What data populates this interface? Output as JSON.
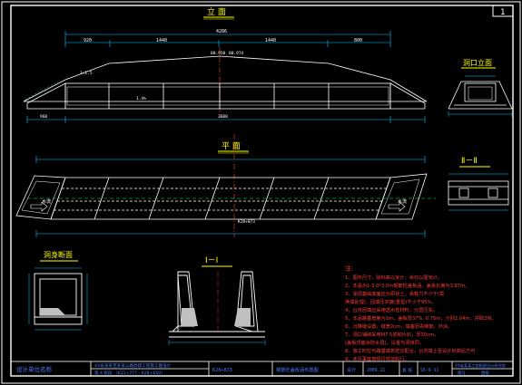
{
  "colors": {
    "background": "#000000",
    "frame": "#ffffff",
    "structure": "#ffffff",
    "dimension": "#00c8ff",
    "title": "#ffff00",
    "notes": "#ff3b3b",
    "guide": "#00ff66",
    "titleblock_text": "#4a7bff",
    "fill": "#c0c0c0"
  },
  "sheet": {
    "page_label": "1"
  },
  "views": {
    "elevation_title": "立  面",
    "end_elevation_title": "洞口立面",
    "plan_title": "平  面",
    "section_22_title": "Ⅱ－Ⅱ",
    "body_section_title": "洞身断面",
    "section_11_title": "Ⅰ－Ⅰ"
  },
  "elevation_dims": {
    "overall": "4286",
    "spans": [
      "920",
      "1440",
      "1440",
      "800"
    ],
    "elev_left": "80.950",
    "elev_right": "80.974",
    "slope": "1:1.5",
    "slope_pct": "1.4%",
    "bottom_left": "960",
    "bottom_mid": "3600"
  },
  "plan_labels": {
    "flow_left": "水流",
    "flow_right": "水流",
    "station": "K28+873"
  },
  "notes": {
    "title": "注:",
    "lines": [
      "1、图中尺寸，除标高以米计，余均以厘米计。",
      "2、本涵为1-3.0*3.0m钢筋砼盖板涵，盖板长度为3.87m。",
      "3、涵洞基础底面应为原状土，承载力不小于(需",
      "   换填处理)，回填压实度(重型)不小于95%。",
      "4、台背回填应采用透水性材料，分层压实。",
      "5、本涵路基宽度为1m，盖板厚37%, 0.75m，分别2.04m，并取2W。",
      "6、沉降缝设置，缝宽2cm，填塞沥青麻絮，外涂。",
      "7、洞口铺砌采用M7.5浆砌片石，厚30cm，",
      "   (盖板顶面涂防水层)，设置与洞身同，",
      "8、施工时应与路基填筑密切配合，台背填土至设计标高后方可",
      "9、未尽事宜按现行规范执行。"
    ]
  },
  "title_block": {
    "company": "设计单位名称",
    "project_line1": "XX省某某至某某公路改建工程施工图设计",
    "project_line2": "第 4 标段 （K21+777 - K28+650）",
    "drawing_code": "K28+873",
    "drawing_name": "钢筋砼盖板涵布置图",
    "designer_label": "设计",
    "designer_date": "2009.11",
    "checker_label": "复 核",
    "sheet_no": "S5-9-11",
    "right_line1": "XX省某某工程勘察设计研究院",
    "right_line2": "图号",
    "right_line3": "图纸"
  }
}
